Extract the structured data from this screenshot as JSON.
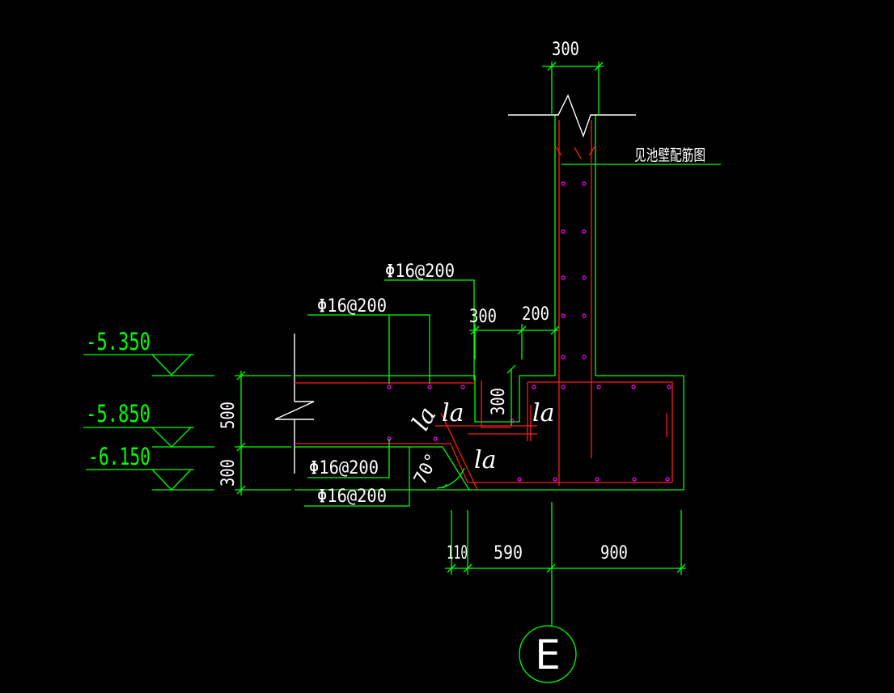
{
  "drawing": {
    "elevations": [
      "-5.350",
      "-5.850",
      "-6.150"
    ],
    "top_dim": "300",
    "note_text": "见池壁配筋图",
    "rebar_labels": [
      "Φ16@200",
      "Φ16@200",
      "Φ16@200",
      "Φ16@200"
    ],
    "pit_dims": [
      "300",
      "200",
      "300"
    ],
    "side_dims": [
      "500",
      "300"
    ],
    "anchorage_labels": [
      "la",
      "la",
      "la",
      "la"
    ],
    "angle_label": "70°",
    "bottom_dims": [
      "110",
      "590",
      "900"
    ],
    "axis_label": "E"
  },
  "colors": {
    "background": "#000000",
    "dimension_lines": "#00ff00",
    "outline": "#ffffff",
    "rebar": "#ff1a1a",
    "rebar_dots": "#ff00ff"
  }
}
